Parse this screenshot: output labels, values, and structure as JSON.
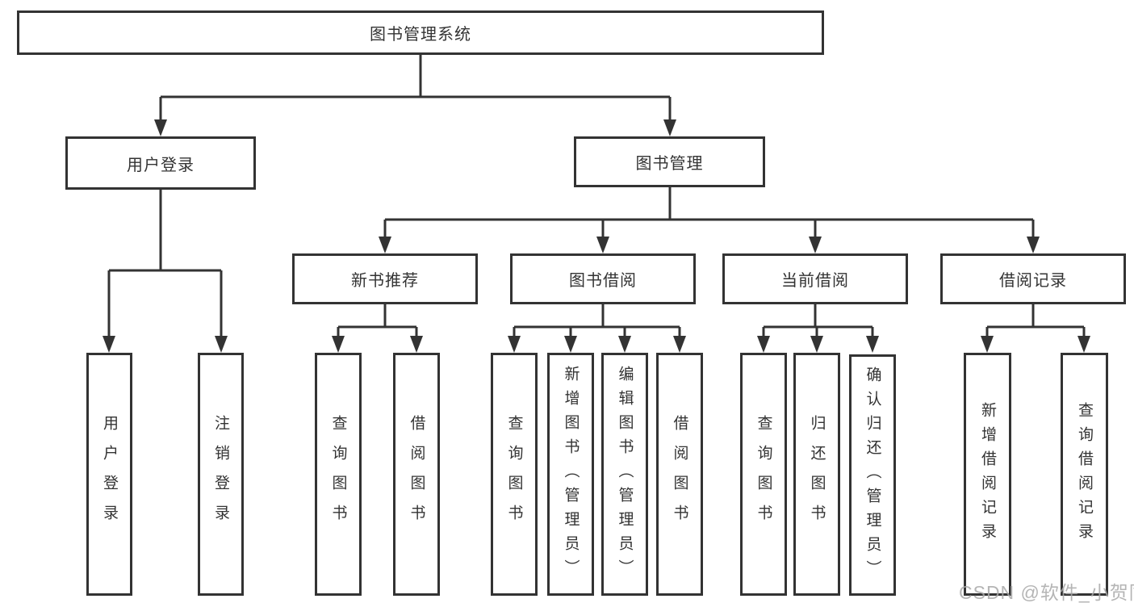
{
  "diagram": {
    "root": {
      "label": "图书管理系统"
    },
    "level2": {
      "user_login": {
        "label": "用户登录"
      },
      "book_management": {
        "label": "图书管理"
      }
    },
    "level3": {
      "new_book_recommend": {
        "label": "新书推荐"
      },
      "book_borrow": {
        "label": "图书借阅"
      },
      "current_borrow": {
        "label": "当前借阅"
      },
      "borrow_records": {
        "label": "借阅记录"
      }
    },
    "leaves": {
      "login": [
        "用户登录",
        "注销登录"
      ],
      "recommend": [
        "查询图书",
        "借阅图书"
      ],
      "borrow": [
        "查询图书",
        "新增图书（管理员）",
        "编辑图书（管理员）",
        "借阅图书"
      ],
      "current": [
        "查询图书",
        "归还图书",
        "确认归还（管理员）"
      ],
      "records": [
        "新增借阅记录",
        "查询借阅记录"
      ]
    },
    "colors": {
      "line": "#333333",
      "text": "#333333",
      "box_background": "#ffffff",
      "watermark": "#a8a8a8"
    },
    "watermark": "CSDN @软件_小贺同学"
  }
}
